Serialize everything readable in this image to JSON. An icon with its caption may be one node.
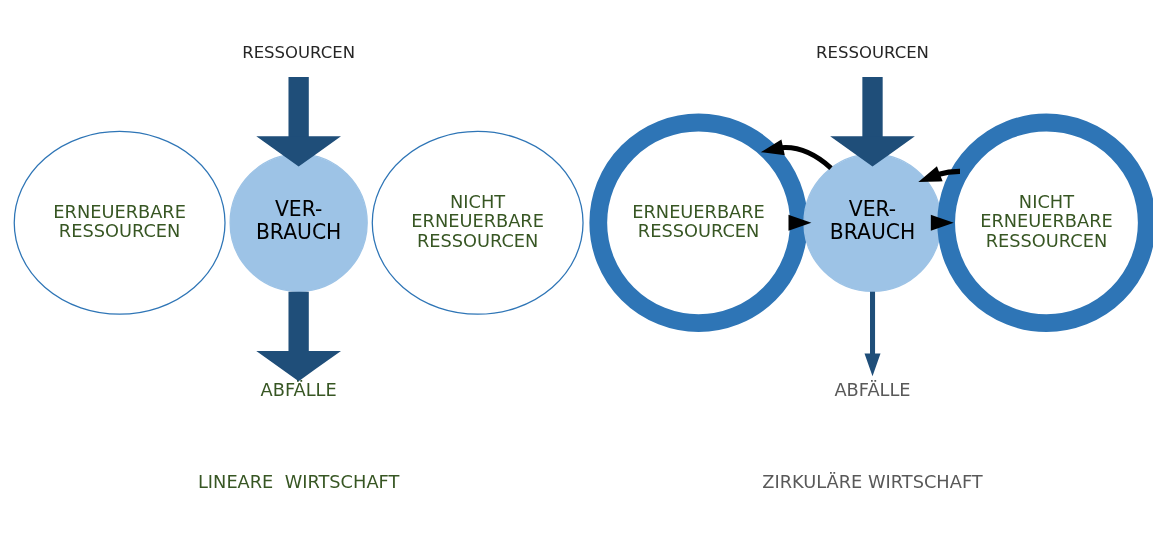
{
  "diagram": {
    "nodes": [
      {
        "text": [
          "RESSOURCEN"
        ]
      },
      {
        "text": [
          "ERNEUERBARE RESSOURCEN"
        ]
      },
      {
        "text": [
          "VER- BRAUCH"
        ]
      },
      {
        "text": [
          "NICHT ERNEUERBARE RESSOURCEN"
        ]
      },
      {
        "text": [
          "ABFÄLLE"
        ]
      },
      {
        "text": [
          "RESSOURCEN"
        ]
      },
      {
        "text": [
          "ERNEUERBARE RESSOURCEN"
        ]
      },
      {
        "text": [
          "VER- BRAUCH"
        ]
      },
      {
        "text": [
          "NICHT ERNEUERBARE RESSOURCEN"
        ]
      },
      {
        "text": [
          "ABFÄLLE"
        ]
      }
    ],
    "edges": [
      {
        "from": 0,
        "to": 2,
        "arrow": "to",
        "style": "thick"
      },
      {
        "from": 2,
        "to": 4,
        "arrow": "to",
        "style": "thick"
      },
      {
        "from": 5,
        "to": 7,
        "arrow": "to",
        "style": "thick"
      },
      {
        "from": 6,
        "to": 7,
        "arrow": "to",
        "color": "#000000"
      },
      {
        "from": 7,
        "to": 6,
        "arrow": "to",
        "color": "#000000"
      },
      {
        "from": 7,
        "to": 8,
        "arrow": "to",
        "color": "#000000"
      },
      {
        "from": 8,
        "to": 7,
        "arrow": "to",
        "color": "#000000"
      },
      {
        "from": 7,
        "to": 9,
        "arrow": "to"
      }
    ],
    "labels": [
      "LINEARE  WIRTSCHAFT",
      "ZIRKULÄRE WIRTSCHAFT"
    ]
  }
}
